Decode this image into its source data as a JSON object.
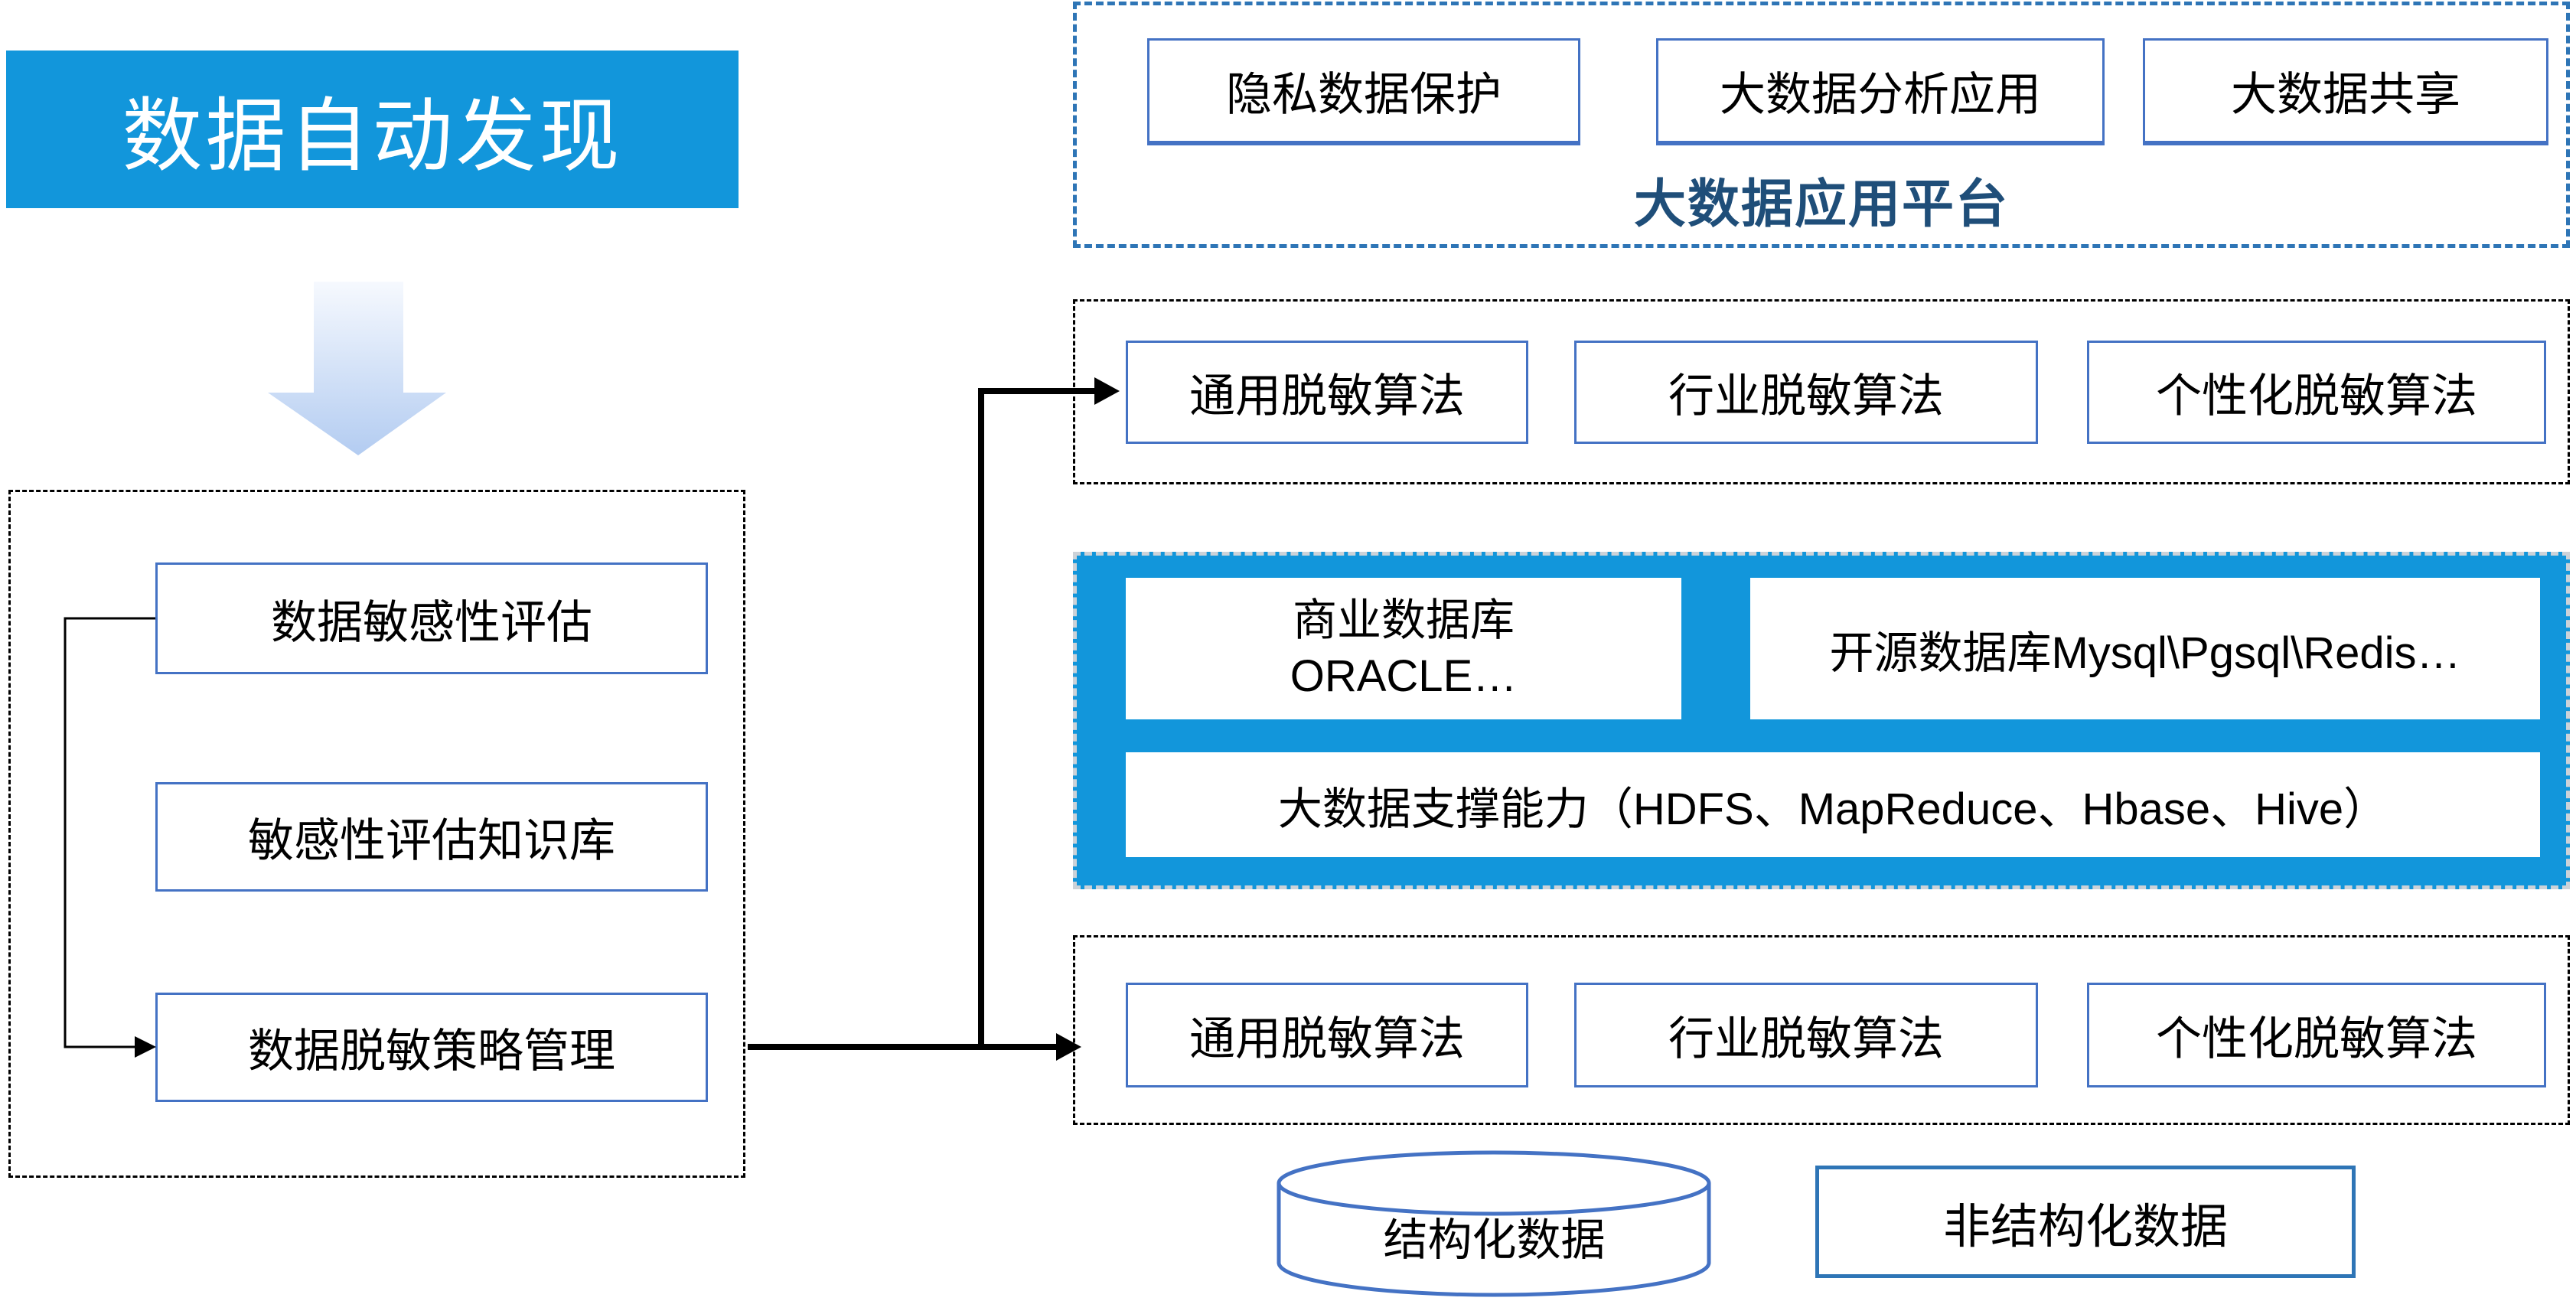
{
  "colors": {
    "accent_blue": "#1296db",
    "box_border_blue": "#4472c4",
    "panel_dash_blue": "#2e75b6",
    "platform_label_blue": "#1f4e79"
  },
  "title": {
    "label": "数据自动发现"
  },
  "discovery_panel": {
    "boxes": [
      {
        "label": "数据敏感性评估"
      },
      {
        "label": "敏感性评估知识库"
      },
      {
        "label": "数据脱敏策略管理"
      }
    ]
  },
  "app_platform_panel": {
    "boxes": [
      {
        "label": "隐私数据保护"
      },
      {
        "label": "大数据分析应用"
      },
      {
        "label": "大数据共享"
      }
    ],
    "label": "大数据应用平台"
  },
  "masking_top_panel": {
    "boxes": [
      {
        "label": "通用脱敏算法"
      },
      {
        "label": "行业脱敏算法"
      },
      {
        "label": "个性化脱敏算法"
      }
    ]
  },
  "platform_core_panel": {
    "commercial_db": {
      "line1": "商业数据库",
      "line2": "ORACLE…"
    },
    "open_source_db": "开源数据库Mysql\\Pgsql\\Redis…",
    "bigdata_support": "大数据支撑能力（HDFS、MapReduce、Hbase、Hive）"
  },
  "masking_bottom_panel": {
    "boxes": [
      {
        "label": "通用脱敏算法"
      },
      {
        "label": "行业脱敏算法"
      },
      {
        "label": "个性化脱敏算法"
      }
    ]
  },
  "data_sources": {
    "structured": "结构化数据",
    "unstructured": "非结构化数据"
  }
}
